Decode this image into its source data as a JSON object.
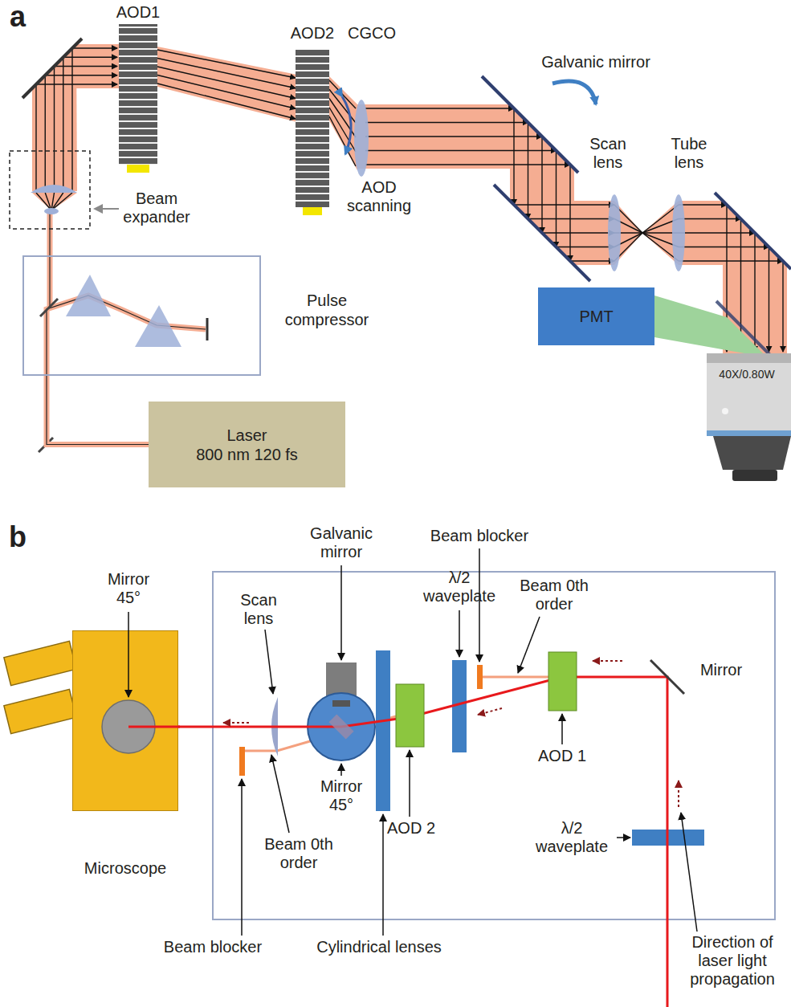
{
  "diagram": {
    "nodes": [
      {
        "text": [
          "Laser",
          "800 nm 120 fs"
        ]
      },
      {
        "text": [
          "Pulse compressor"
        ]
      },
      {
        "text": [
          "PMT"
        ]
      },
      {
        "text": [
          "Microscope"
        ]
      }
    ],
    "edges": [
      {
        "from": 0,
        "to": 1,
        "arrow": "none"
      }
    ],
    "labels": [
      "a",
      "AOD1",
      "AOD2",
      "CGCO",
      "Galvanic mirror",
      "Beam expander",
      "AOD scanning",
      "Scan lens",
      "Tube lens",
      "40X/0.80W",
      "b",
      "Galvanic mirror",
      "Beam blocker",
      "Mirror 45°",
      "Scan lens",
      "λ/2 waveplate",
      "Beam 0th order",
      "Mirror",
      "AOD 1",
      "Mirror 45°",
      "AOD 2",
      "Beam 0th order",
      "λ/2 waveplate",
      "Beam blocker",
      "Cylindrical lenses",
      "Direction of laser light propagation"
    ]
  }
}
